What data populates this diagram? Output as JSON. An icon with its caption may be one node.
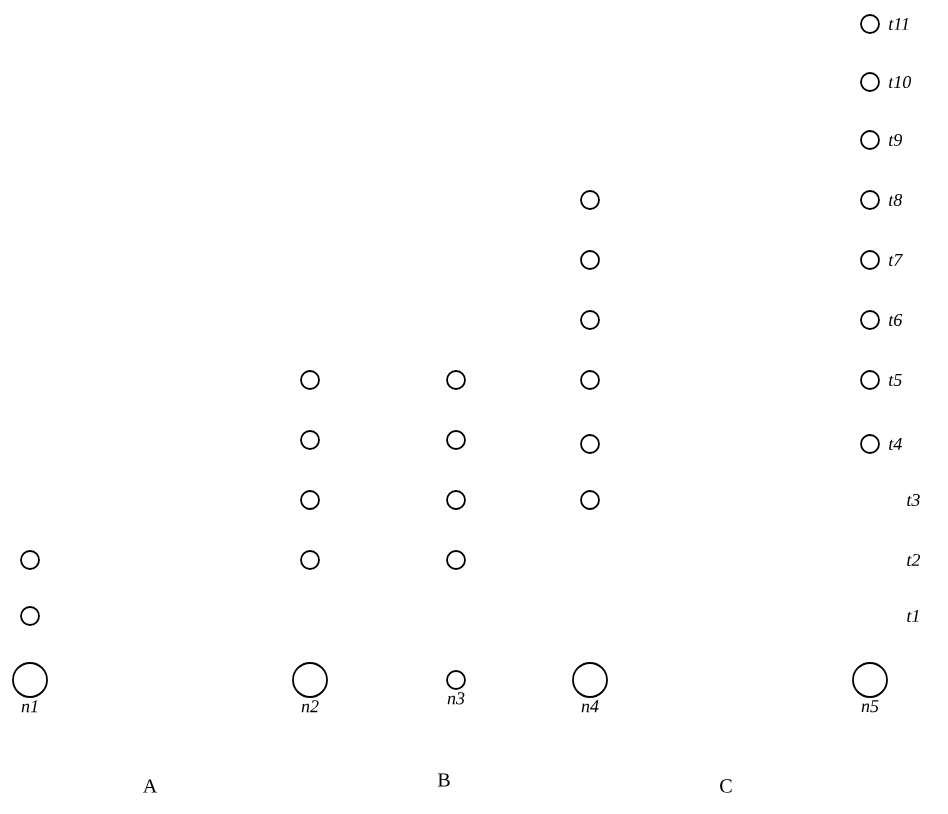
{
  "diagram": {
    "nodes": [
      {
        "text": [
          "n1"
        ]
      },
      {
        "text": [],
        "shape": "circle"
      },
      {
        "text": [],
        "shape": "circle"
      },
      {
        "text": [
          "n2"
        ]
      },
      {
        "text": [],
        "shape": "circle"
      },
      {
        "text": [],
        "shape": "circle"
      },
      {
        "text": [],
        "shape": "circle"
      },
      {
        "text": [],
        "shape": "circle"
      },
      {
        "text": [
          "n3"
        ]
      },
      {
        "text": [],
        "shape": "circle"
      },
      {
        "text": [],
        "shape": "circle"
      },
      {
        "text": [],
        "shape": "circle"
      },
      {
        "text": [],
        "shape": "circle"
      },
      {
        "text": [
          "n4"
        ]
      },
      {
        "text": [],
        "shape": "circle"
      },
      {
        "text": [],
        "shape": "circle"
      },
      {
        "text": [],
        "shape": "circle"
      },
      {
        "text": [],
        "shape": "circle"
      },
      {
        "text": [],
        "shape": "circle"
      },
      {
        "text": [],
        "shape": "circle"
      },
      {
        "text": [
          "n5"
        ]
      },
      {
        "text": [],
        "shape": "circle",
        "beside": [
          "t11"
        ]
      },
      {
        "text": [],
        "shape": "circle",
        "beside": [
          "t10"
        ]
      },
      {
        "text": [],
        "shape": "circle",
        "beside": [
          "t9"
        ]
      },
      {
        "text": [],
        "shape": "circle",
        "beside": [
          "t8"
        ]
      },
      {
        "text": [],
        "shape": "circle",
        "beside": [
          "t7"
        ]
      },
      {
        "text": [],
        "shape": "circle",
        "beside": [
          "t6"
        ]
      },
      {
        "text": [],
        "shape": "circle",
        "beside": [
          "t5"
        ]
      },
      {
        "text": [],
        "shape": "circle",
        "beside": [
          "t4"
        ]
      }
    ],
    "labels": [
      "t3",
      "t2",
      "t1",
      "A",
      "B",
      "C"
    ]
  }
}
